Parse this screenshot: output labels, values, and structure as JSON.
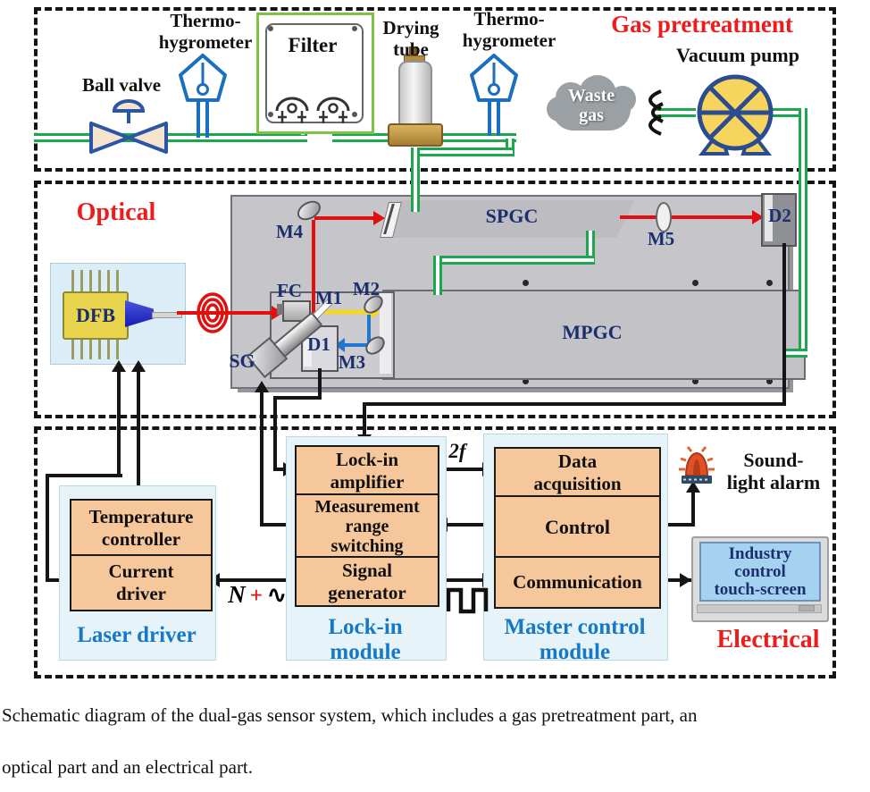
{
  "sections": {
    "gas_title": "Gas pretreatment",
    "optical_title": "Optical",
    "electrical_title": "Electrical"
  },
  "gas": {
    "ball_valve_label": "Ball valve",
    "thermo1_line1": "Thermo-",
    "thermo1_line2": "hygrometer",
    "filter_label": "Filter",
    "drying_line1": "Drying",
    "drying_line2": "tube",
    "thermo2_line1": "Thermo-",
    "thermo2_line2": "hygrometer",
    "waste_line1": "Waste",
    "waste_line2": "gas",
    "vacuum_pump_label": "Vacuum pump"
  },
  "optical": {
    "dfb": "DFB",
    "fc": "FC",
    "m1": "M1",
    "m2": "M2",
    "m3": "M3",
    "m4": "M4",
    "m5": "M5",
    "sg": "SG",
    "d1": "D1",
    "d2": "D2",
    "spgc": "SPGC",
    "mpgc": "MPGC"
  },
  "electrical": {
    "laser_driver_label": "Laser driver",
    "temp_line1": "Temperature",
    "temp_line2": "controller",
    "curr_line1": "Current",
    "curr_line2": "driver",
    "lockin_module_line1": "Lock-in",
    "lockin_module_line2": "module",
    "lockin_amp_line1": "Lock-in",
    "lockin_amp_line2": "amplifier",
    "mrs_line1": "Measurement",
    "mrs_line2": "range",
    "mrs_line3": "switching",
    "siggen_line1": "Signal",
    "siggen_line2": "generator",
    "master_module_line1": "Master control",
    "master_module_line2": "module",
    "data_acq_line1": "Data",
    "data_acq_line2": "acquisition",
    "control_label": "Control",
    "comm_label": "Communication",
    "alarm_line1": "Sound-",
    "alarm_line2": "light alarm",
    "screen_line1": "Industry",
    "screen_line2": "control",
    "screen_line3": "touch-screen"
  },
  "signals": {
    "two_f": "2f",
    "ramp": "N",
    "plus": "+",
    "sine": "∿"
  },
  "caption": {
    "line1": "Schematic diagram of the dual-gas sensor system, which includes a gas pretreatment part, an",
    "line2": "optical part and an electrical part."
  },
  "colors": {
    "accent_red": "#ed1c1c",
    "module_blue": "#1779c4",
    "navy_label": "#1b2f6e",
    "pipe_green": "#1ca64d",
    "box_orange": "#f6c79b",
    "bench_gray": "#c6c6ca"
  }
}
